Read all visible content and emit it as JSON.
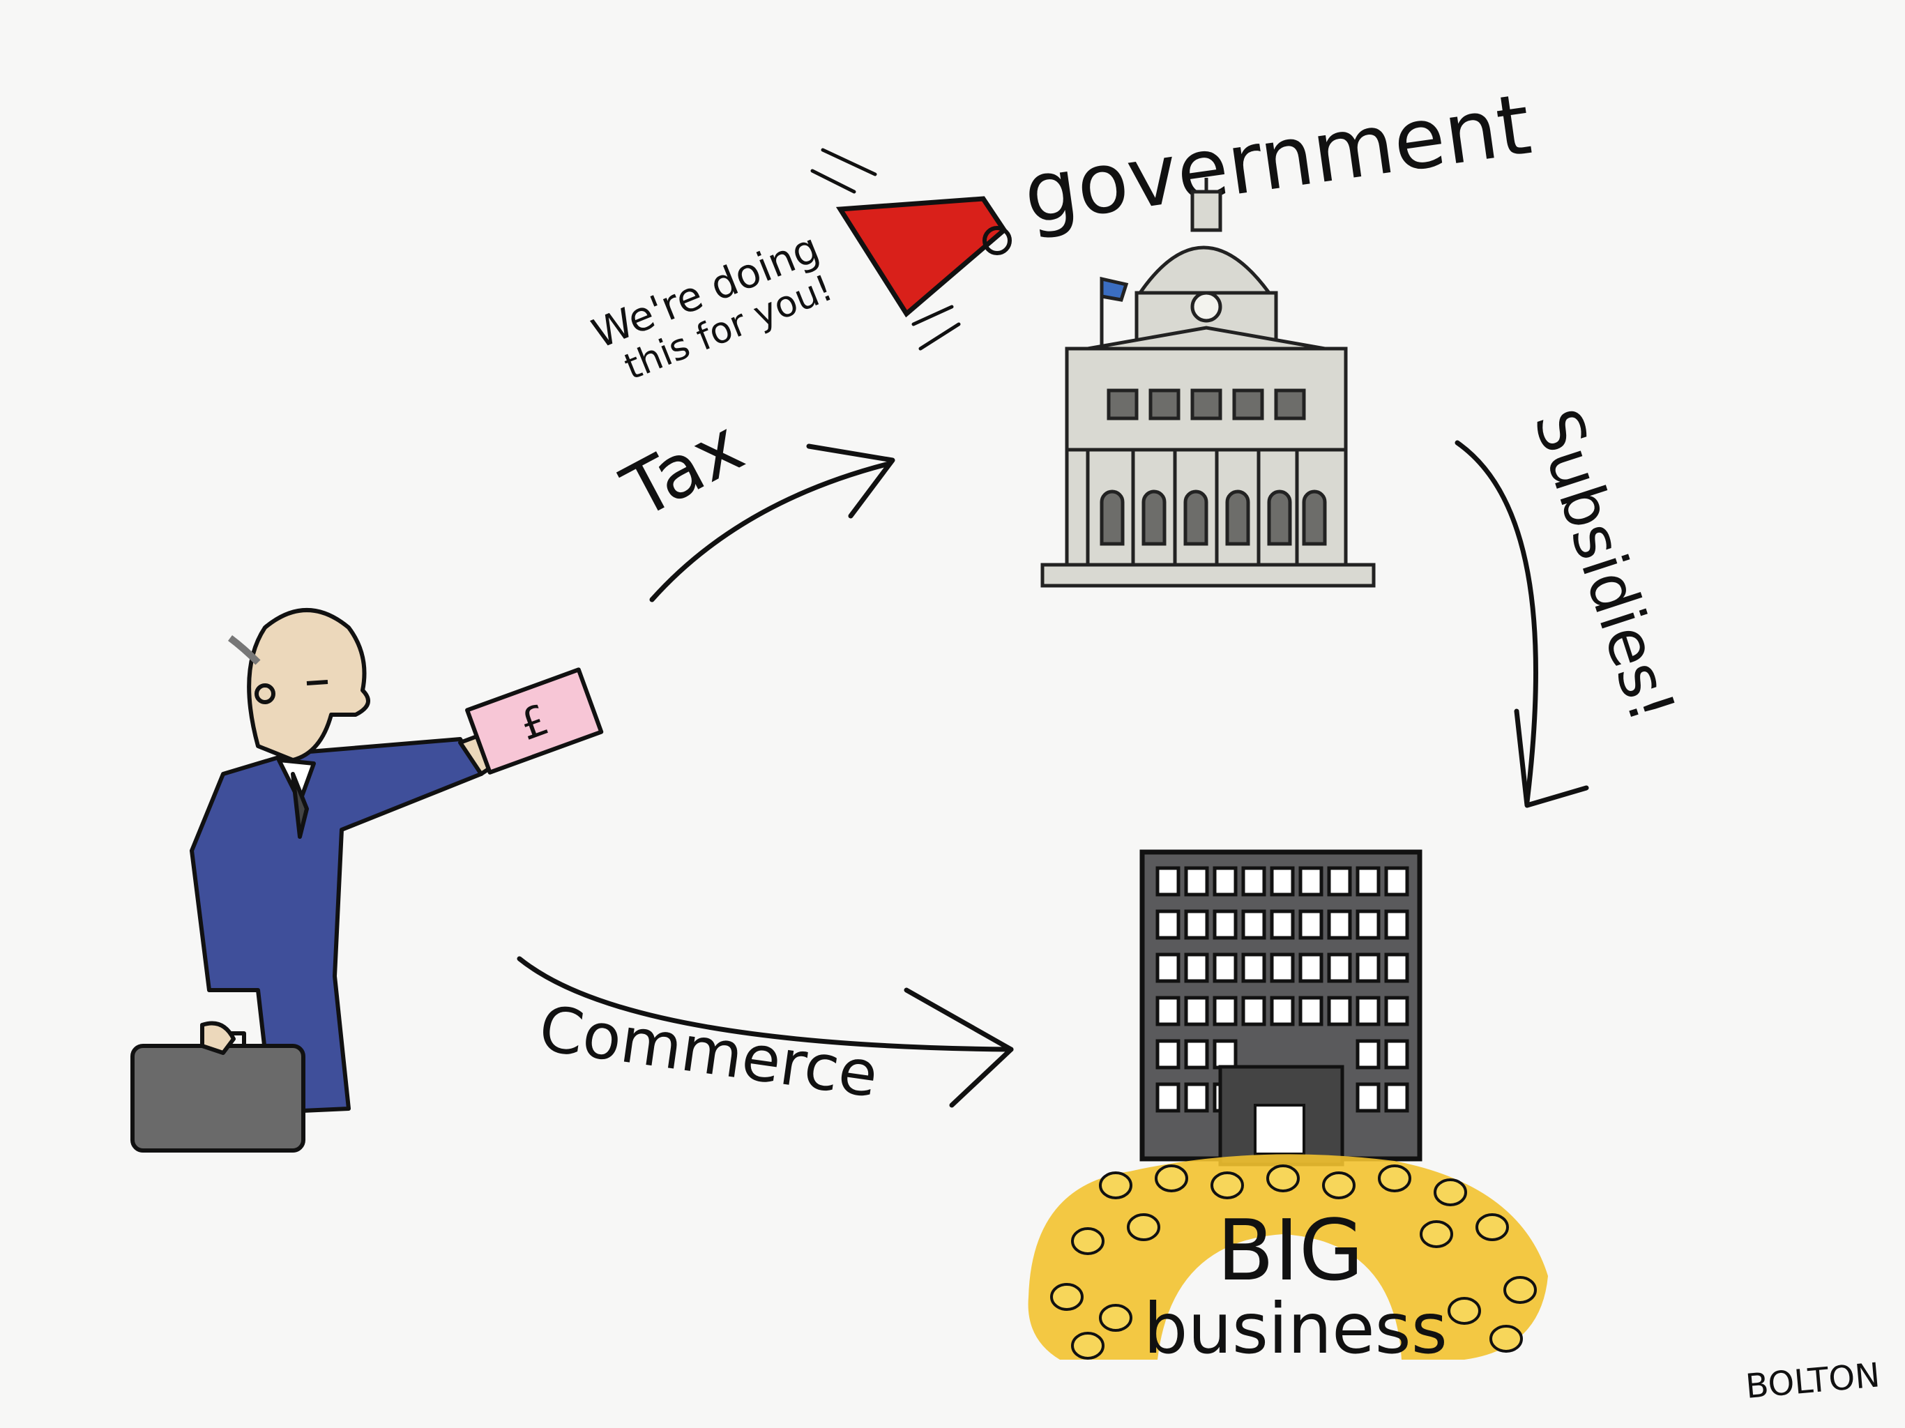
{
  "labels": {
    "government": "government",
    "megaphone_line1": "We're doing",
    "megaphone_line2": "this for you!",
    "tax": "Tax",
    "subsidies": "Subsidies!",
    "commerce": "Commerce",
    "big": "BIG",
    "business": "business",
    "banknote_symbol": "£",
    "signature": "BOLTON"
  },
  "colors": {
    "background": "#f7f7f6",
    "megaphone": "#d9201a",
    "suit": "#3f4f9a",
    "banknote": "#f7c6d6",
    "gold": "#f2c230",
    "office": "#5a5a5c",
    "government_building": "#d9d9d2",
    "flag": "#3b6ec2"
  }
}
